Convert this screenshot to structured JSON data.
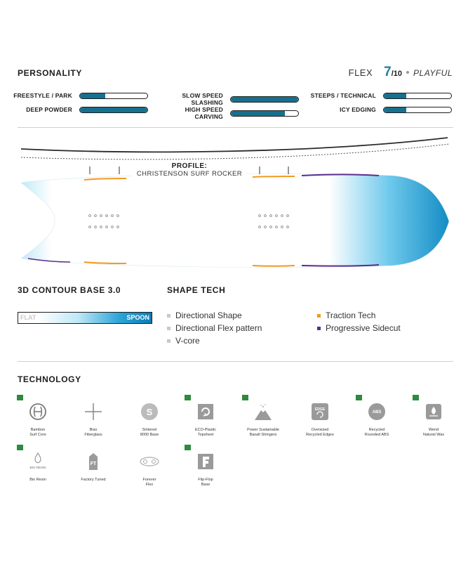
{
  "personality": {
    "title": "PERSONALITY",
    "flex_label": "FLEX",
    "flex_value": "7",
    "flex_denominator": "/10",
    "flex_word": "PLAYFUL",
    "bars": [
      {
        "label": "FREESTYLE / PARK",
        "level": 0.38
      },
      {
        "label": "SLOW SPEED SLASHING",
        "level": 1.0
      },
      {
        "label": "STEEPS / TECHNICAL",
        "level": 0.33
      },
      {
        "label": "DEEP POWDER",
        "level": 1.0
      },
      {
        "label": "HIGH SPEED CARVING",
        "level": 0.8
      },
      {
        "label": "ICY EDGING",
        "level": 0.33
      }
    ]
  },
  "profile": {
    "label_line1": "PROFILE:",
    "label_line2": "CHRISTENSON SURF ROCKER"
  },
  "contour": {
    "title": "3D CONTOUR BASE 3.0",
    "flat_label": "FLAT",
    "spoon_label": "SPOON"
  },
  "shape_tech": {
    "title": "SHAPE TECH",
    "items": [
      {
        "label": "Directional Shape",
        "color": "#c8c8c8"
      },
      {
        "label": "Directional Flex pattern",
        "color": "#c8c8c8"
      },
      {
        "label": "V-core",
        "color": "#c8c8c8"
      },
      {
        "label": "Traction Tech",
        "color": "#f29a1f"
      },
      {
        "label": "Progressive Sidecut",
        "color": "#5b2d8e"
      }
    ]
  },
  "technology": {
    "title": "TECHNOLOGY",
    "items": [
      {
        "line1": "Bamboo",
        "line2": "Surf Core",
        "checked": true,
        "icon": "bamboo-core-icon"
      },
      {
        "line1": "Biax",
        "line2": "Fiberglass",
        "checked": false,
        "icon": "biax-fiberglass-icon"
      },
      {
        "line1": "Sintered",
        "line2": "8000 Base",
        "checked": false,
        "icon": "sintered-base-icon"
      },
      {
        "line1": "ECO-Plastic",
        "line2": "Topsheet",
        "checked": true,
        "icon": "eco-topsheet-icon"
      },
      {
        "line1": "Power Sustainable",
        "line2": "Basalt Stringers",
        "checked": true,
        "icon": "basalt-stringers-icon"
      },
      {
        "line1": "Oversized",
        "line2": "Recycled Edges",
        "checked": false,
        "icon": "recycled-edges-icon",
        "icon_text": "EDGE"
      },
      {
        "line1": "Recycled",
        "line2": "Rounded ABS",
        "checked": true,
        "icon": "recycled-abs-icon",
        "icon_text": "ABS"
      },
      {
        "line1": "Wend",
        "line2": "Natural Wax",
        "checked": true,
        "icon": "natural-wax-icon"
      },
      {
        "line1": "Bio Resin",
        "line2": "",
        "checked": true,
        "icon": "bio-resin-icon",
        "icon_text": "BIO RESIN"
      },
      {
        "line1": "Factory Tuned",
        "line2": "",
        "checked": false,
        "icon": "factory-tuned-icon",
        "icon_text": "FT"
      },
      {
        "line1": "Forever",
        "line2": "Flex",
        "checked": false,
        "icon": "forever-flex-icon"
      },
      {
        "line1": "Flip-Flop",
        "line2": "Base",
        "checked": true,
        "icon": "flip-flop-base-icon"
      }
    ]
  },
  "colors": {
    "accent_blue": "#16718f",
    "traction_orange": "#f29a1f",
    "sidecut_purple": "#5b2d8e",
    "check_green": "#2e8b3e"
  }
}
